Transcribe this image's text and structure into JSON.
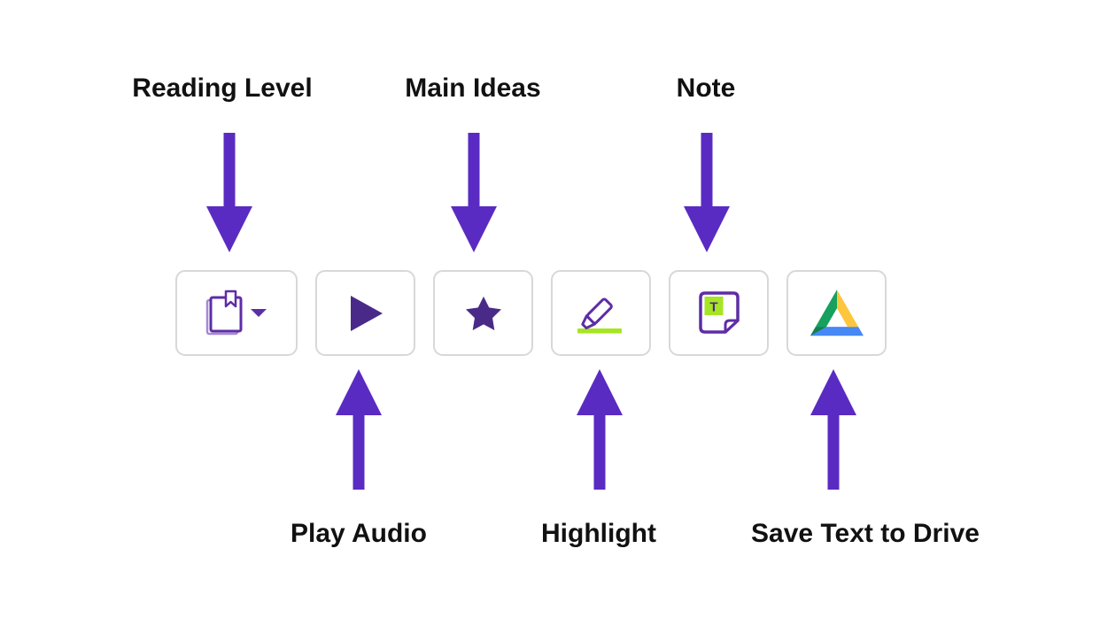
{
  "annotations": {
    "top": [
      {
        "label": "Reading Level",
        "target": "reading-level"
      },
      {
        "label": "Main Ideas",
        "target": "main-ideas"
      },
      {
        "label": "Note",
        "target": "note"
      }
    ],
    "bottom": [
      {
        "label": "Play Audio",
        "target": "play-audio"
      },
      {
        "label": "Highlight",
        "target": "highlight"
      },
      {
        "label": "Save Text to Drive",
        "target": "save-to-drive"
      }
    ]
  },
  "toolbar": {
    "buttons": [
      {
        "id": "reading-level",
        "icon": "book-dropdown-icon",
        "has_dropdown": true
      },
      {
        "id": "play-audio",
        "icon": "play-icon",
        "has_dropdown": false
      },
      {
        "id": "main-ideas",
        "icon": "star-icon",
        "has_dropdown": false
      },
      {
        "id": "highlight",
        "icon": "highlighter-icon",
        "has_dropdown": false
      },
      {
        "id": "note",
        "icon": "note-icon",
        "has_dropdown": false
      },
      {
        "id": "save-to-drive",
        "icon": "google-drive-icon",
        "has_dropdown": false
      }
    ]
  },
  "icons": {
    "note_letter": "T"
  },
  "colors": {
    "arrow_purple": "#5a2bc2",
    "icon_dark": "#4a2a88",
    "icon_outline": "#5e2da6",
    "icon_outline_light": "#a489d4",
    "green_accent": "#a6e523",
    "drive_green": "#17a05e",
    "drive_green_dark": "#12824d",
    "drive_yellow": "#fec63d",
    "drive_blue": "#4688f4",
    "button_border": "#d8d8d8",
    "label_text": "#111111"
  }
}
